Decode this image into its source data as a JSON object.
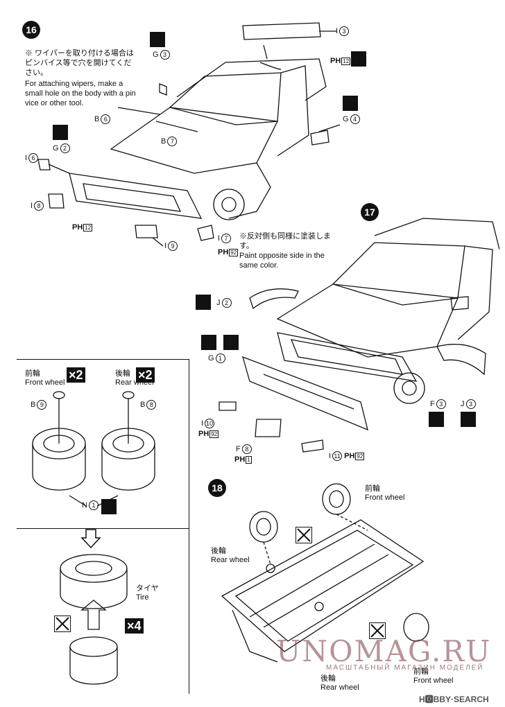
{
  "steps": {
    "s16": {
      "number": "16",
      "note_jp": "※ ワイパーを取り付ける場合はピンバイス等で穴を開けてください。",
      "note_en": "For attaching wipers, make a small hole on the body with a pin vice or other tool.",
      "parts": {
        "i3": {
          "letter": "I",
          "num": "3"
        },
        "ph12_top": {
          "paint": "PH",
          "code": "12"
        },
        "g3": {
          "letter": "G",
          "num": "3"
        },
        "g4": {
          "letter": "G",
          "num": "4"
        },
        "b6": {
          "letter": "B",
          "num": "6"
        },
        "b7": {
          "letter": "B",
          "num": "7"
        },
        "g2": {
          "letter": "G",
          "num": "2"
        },
        "i6": {
          "letter": "I",
          "num": "6"
        },
        "i8": {
          "letter": "I",
          "num": "8"
        },
        "ph12_bottom": {
          "paint": "PH",
          "code": "12"
        },
        "i9": {
          "letter": "I",
          "num": "9"
        },
        "i7": {
          "letter": "I",
          "num": "7"
        },
        "ph92": {
          "paint": "PH",
          "code": "92"
        }
      },
      "paint_note_jp": "※反対側も同様に塗装します。",
      "paint_note_en": "Paint opposite side in the same color."
    },
    "s17": {
      "number": "17",
      "parts": {
        "j2": {
          "letter": "J",
          "num": "2"
        },
        "g1": {
          "letter": "G",
          "num": "1"
        },
        "i10": {
          "letter": "I",
          "num": "10"
        },
        "ph92_a": {
          "paint": "PH",
          "code": "92"
        },
        "f8": {
          "letter": "F",
          "num": "8"
        },
        "ph1": {
          "paint": "PH",
          "code": "1"
        },
        "i11": {
          "letter": "I",
          "num": "11"
        },
        "ph92_b": {
          "paint": "PH",
          "code": "92"
        },
        "f3": {
          "letter": "F",
          "num": "3"
        },
        "j3": {
          "letter": "J",
          "num": "3"
        }
      }
    },
    "wheels": {
      "front_jp": "前輪",
      "front_en": "Front wheel",
      "front_qty": "×2",
      "rear_jp": "後輪",
      "rear_en": "Rear wheel",
      "rear_qty": "×2",
      "b9": {
        "letter": "B",
        "num": "9"
      },
      "b8": {
        "letter": "B",
        "num": "8"
      },
      "n1": {
        "letter": "N",
        "num": "1"
      },
      "tire_jp": "タイヤ",
      "tire_en": "Tire",
      "tire_qty": "×4"
    },
    "s18": {
      "number": "18",
      "front_jp": "前輪",
      "front_en": "Front wheel",
      "rear_jp": "後輪",
      "rear_en": "Rear wheel",
      "front2_jp": "前輪",
      "front2_en": "Front wheel",
      "rear2_jp": "後輪",
      "rear2_en": "Rear wheel"
    }
  },
  "watermarks": {
    "unomag": "UNOMAG.RU",
    "unomag_sub": "МАСШТАБНЫЙ МАГАЗИН МОДЕЛЕЙ",
    "hobby": "H🅾BBY·SEARCH"
  }
}
